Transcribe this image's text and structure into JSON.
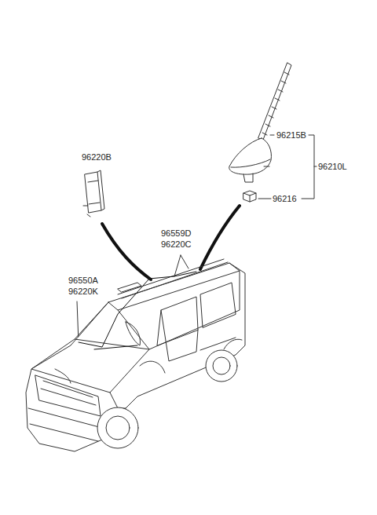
{
  "diagram": {
    "labels": [
      "96220B",
      "96215B",
      "96210L",
      "96216",
      "96559D",
      "96220C",
      "96550A",
      "96220K"
    ]
  }
}
